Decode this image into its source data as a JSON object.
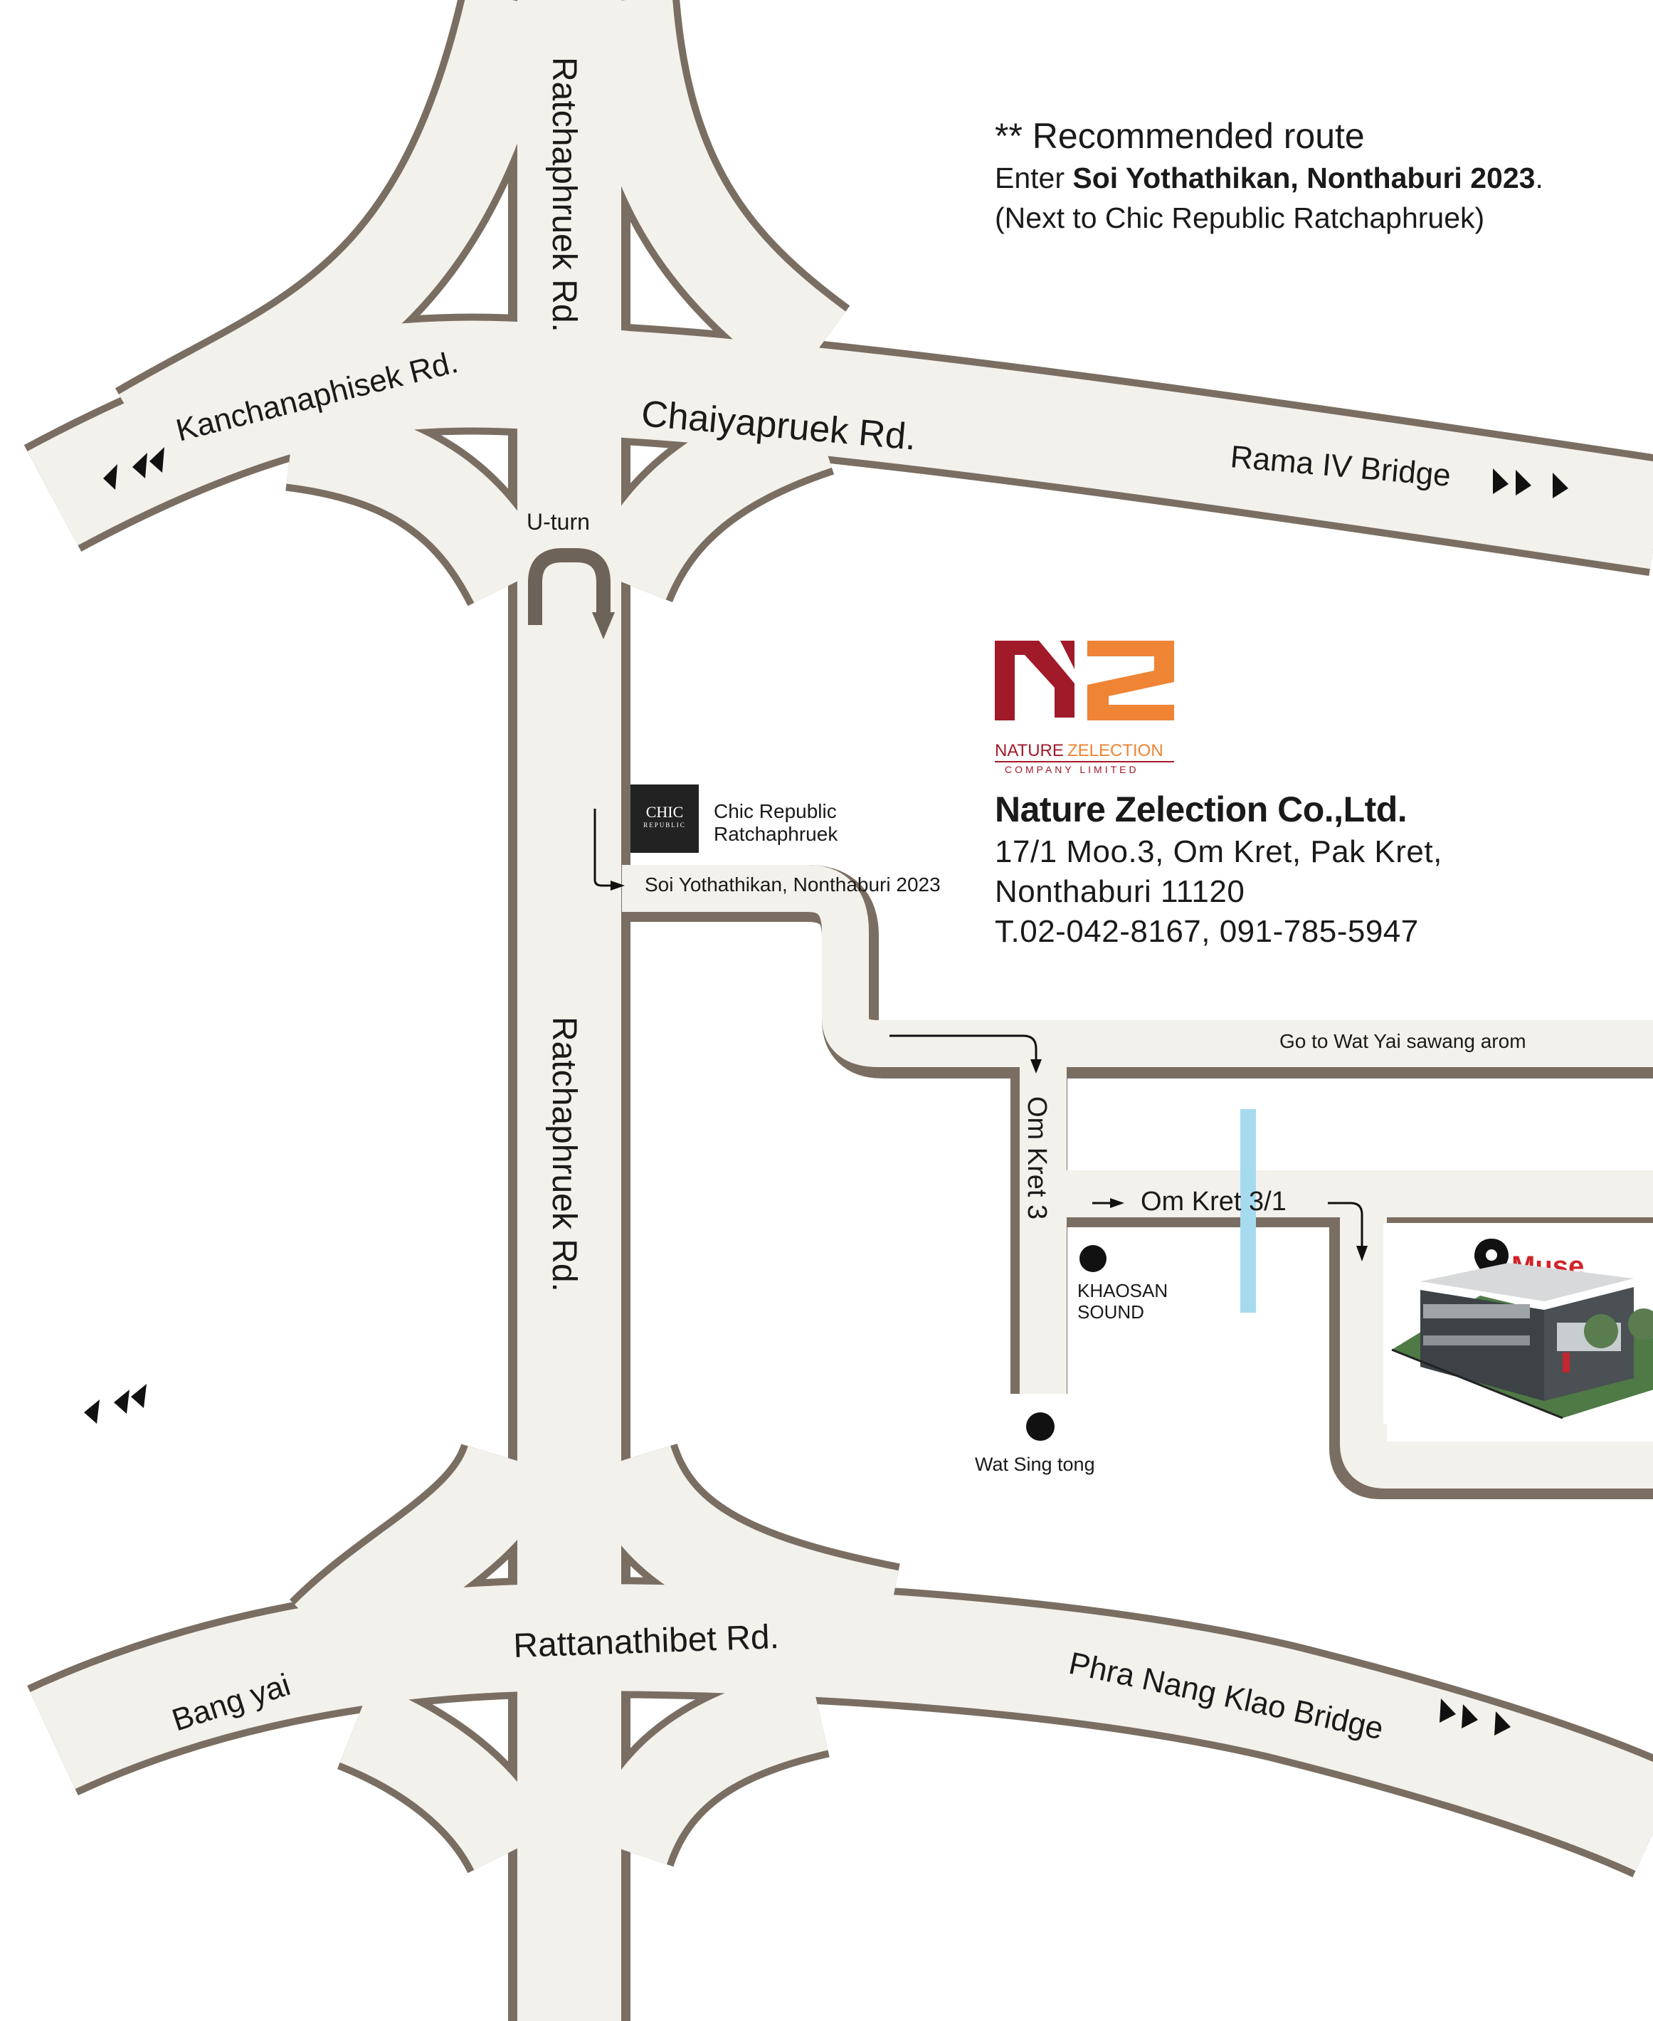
{
  "recommended_route": {
    "heading": "** Recommended route",
    "line1_prefix": "Enter ",
    "line1_bold": "Soi Yothathikan, Nonthaburi 2023",
    "line1_suffix": ".",
    "line2": "(Next to Chic Republic Ratchaphruek)"
  },
  "company": {
    "logo_brand_a": "NATURE ",
    "logo_brand_b": "ZELECTION",
    "logo_sub": "COMPANY LIMITED",
    "name": "Nature Zelection Co.,Ltd.",
    "address1": "17/1 Moo.3, Om Kret, Pak Kret,",
    "address2": "Nonthaburi 11120",
    "phone": "T.02-042-8167, 091-785-5947"
  },
  "roads": {
    "ratchaphruek_top": "Ratchaphruek Rd.",
    "ratchaphruek_mid": "Ratchaphruek Rd.",
    "kanchanaphisek": "Kanchanaphisek Rd.",
    "chaiyapruek": "Chaiyapruek Rd.",
    "rama4_bridge": "Rama IV Bridge",
    "uturn": "U-turn",
    "soi": "Soi Yothathikan, Nonthaburi 2023",
    "go_to_wat": "Go to  Wat Yai sawang arom",
    "om_kret_3": "Om Kret 3",
    "om_kret_31": "Om Kret 3/1",
    "rattanathibet": "Rattanathibet Rd.",
    "bang_yai": "Bang yai",
    "phra_nang_klao": "Phra Nang Klao Bridge"
  },
  "landmarks": {
    "chic_logo_main": "CHIC",
    "chic_logo_sub": "REPUBLIC",
    "chic_name1": "Chic Republic",
    "chic_name2": "Ratchaphruek",
    "khaosan1": "KHAOSAN",
    "khaosan2": "SOUND",
    "wat_sing_tong": "Wat Sing tong",
    "muse": "Muse"
  },
  "colors": {
    "road_fill": "#f3f1eb",
    "road_edge": "#7a6e62",
    "logo_red": "#a11a2a",
    "logo_orange": "#ee8434",
    "canal": "#a6dbef",
    "muse_red": "#d2232a"
  },
  "icons": {
    "direction_left": "triangle-left-icons",
    "direction_right": "triangle-right-icons",
    "pin": "map-pin-icon",
    "point": "dot-marker-icon"
  }
}
